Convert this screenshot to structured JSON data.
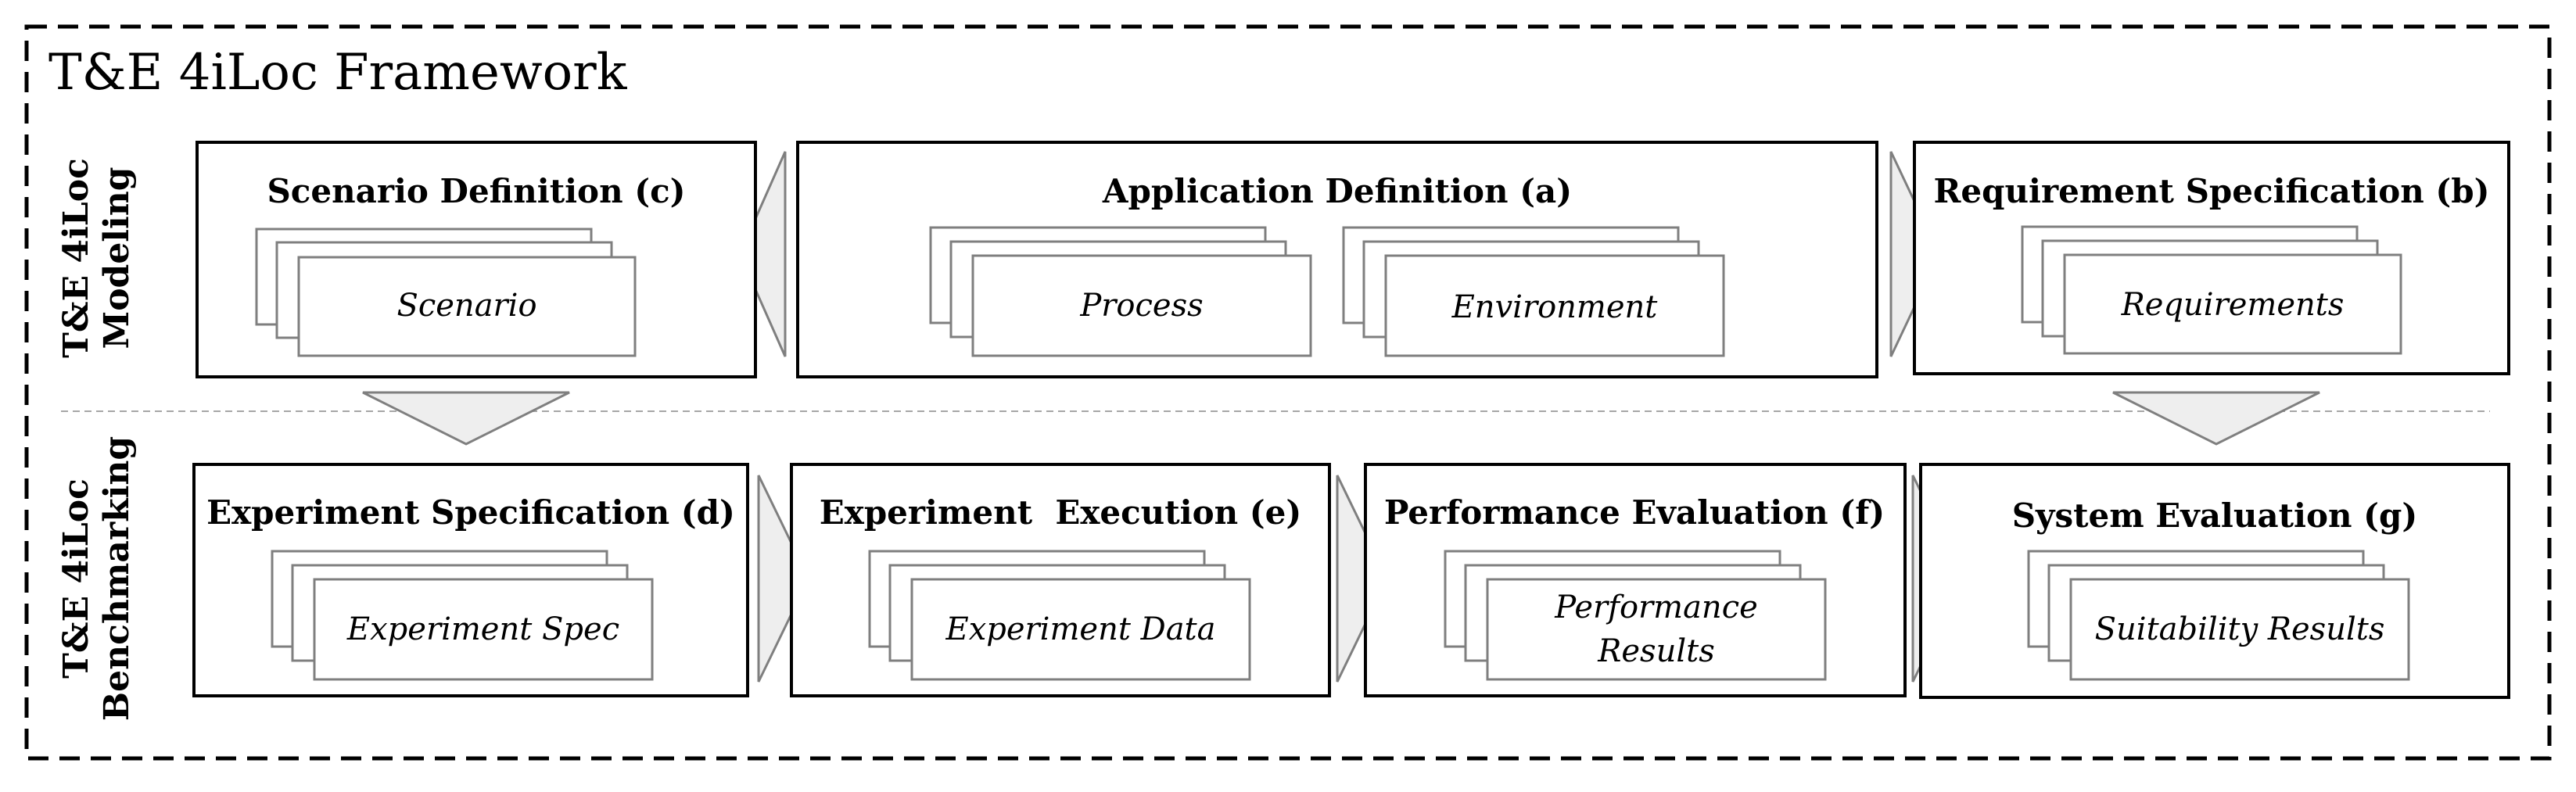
{
  "title": "T&E 4iLoc Framework",
  "rows": {
    "modeling": {
      "line1": "T&E 4iLoc",
      "line2": "Modeling"
    },
    "benchmarking": {
      "line1": "T&E 4iLoc",
      "line2": "Benchmarking"
    }
  },
  "boxes": {
    "scenario": {
      "title": "Scenario Definition (c)",
      "docs": [
        "Scenario"
      ]
    },
    "application": {
      "title": "Application Definition (a)",
      "docs": [
        "Process",
        "Environment"
      ]
    },
    "requirement": {
      "title": "Requirement Specification (b)",
      "docs": [
        "Requirements"
      ]
    },
    "experiment_spec": {
      "title": "Experiment Specification (d)",
      "docs": [
        "Experiment Spec"
      ]
    },
    "experiment_exec": {
      "title": "Experiment  Execution (e)",
      "docs": [
        "Experiment Data"
      ]
    },
    "performance": {
      "title": "Performance Evaluation (f)",
      "docs": [
        "Performance",
        "Results"
      ]
    },
    "system": {
      "title": "System Evaluation (g)",
      "docs": [
        "Suitability Results"
      ]
    }
  },
  "colors": {
    "arrow_fill": "#eeeeee",
    "arrow_stroke": "#7f7f7f",
    "doc_stroke": "#7f7f7f",
    "divider": "#a6a6a6"
  }
}
